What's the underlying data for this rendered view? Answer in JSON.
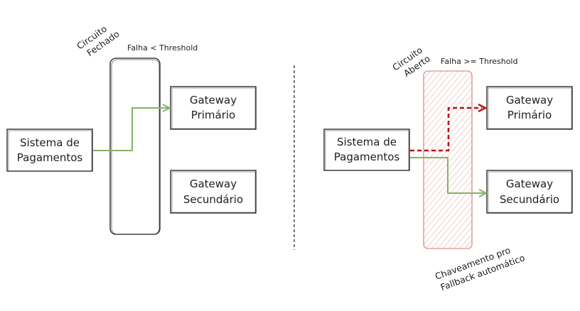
{
  "closed": {
    "state_label": [
      "Circuito",
      "Fechado"
    ],
    "threshold_label": "Falha < Threshold",
    "system_box": [
      "Sistema de",
      "Pagamentos"
    ],
    "primary_box": [
      "Gateway",
      "Primário"
    ],
    "secondary_box": [
      "Gateway",
      "Secundário"
    ]
  },
  "open": {
    "state_label": [
      "Circuito",
      "Aberto"
    ],
    "threshold_label": "Falha >= Threshold",
    "system_box": [
      "Sistema de",
      "Pagamentos"
    ],
    "primary_box": [
      "Gateway",
      "Primário"
    ],
    "secondary_box": [
      "Gateway",
      "Secundário"
    ],
    "fallback_note": [
      "Chaveamento pro",
      "Fallback automático"
    ]
  },
  "colors": {
    "stroke": "#1e1e1e",
    "active_path": "#82b366",
    "failed_path": "#b81414",
    "breaker_open_fill": "#f4c7c7",
    "breaker_open_stroke": "#d07878"
  }
}
